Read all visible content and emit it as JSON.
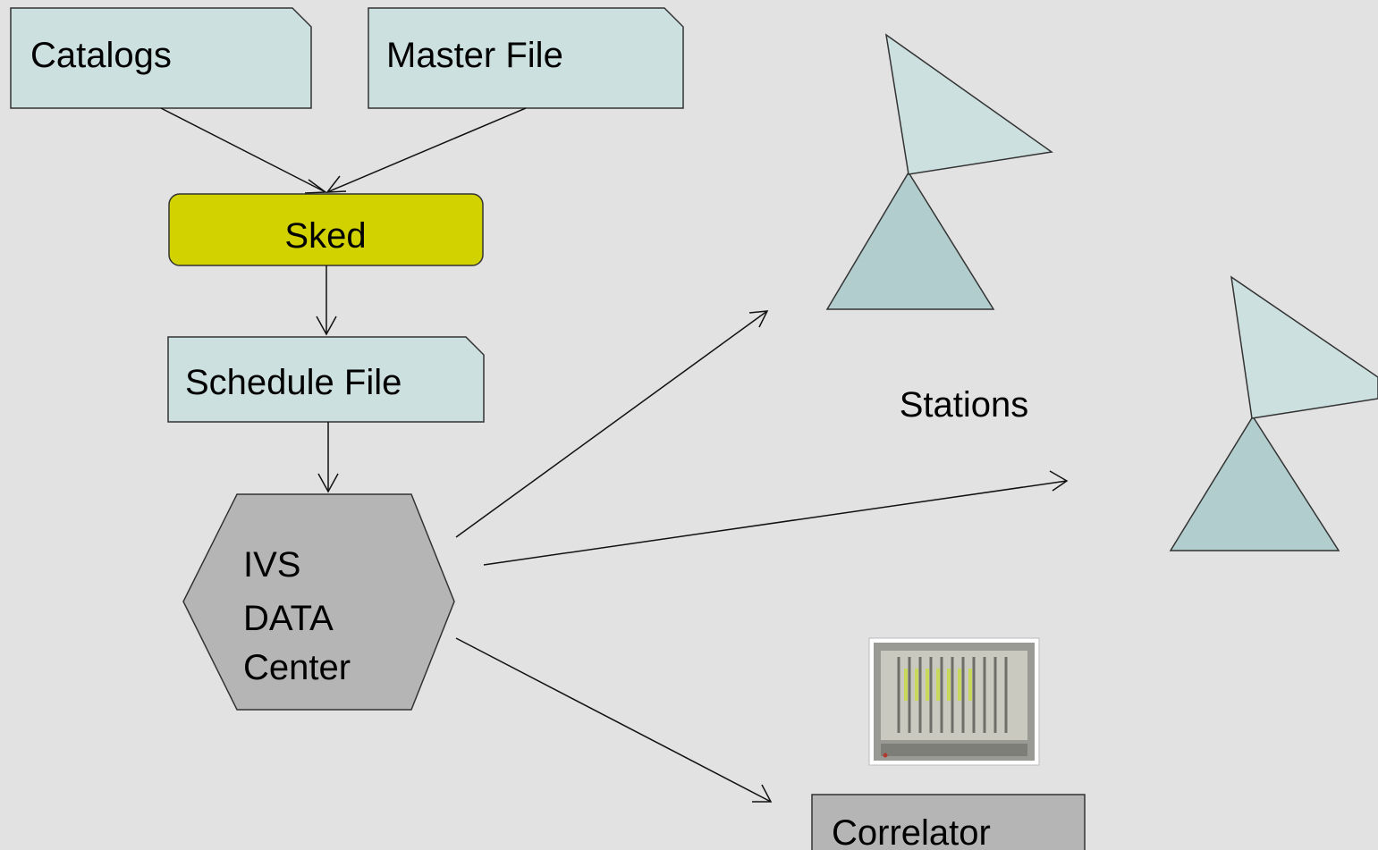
{
  "nodes": {
    "catalogs": "Catalogs",
    "master_file": "Master File",
    "sked": "Sked",
    "schedule_file": "Schedule File",
    "data_center_line1": "IVS",
    "data_center_line2": "DATA",
    "data_center_line3": "Center",
    "stations": "Stations",
    "correlator": "Correlator"
  },
  "colors": {
    "background": "#e2e2e2",
    "document_fill": "#cde0e0",
    "sked_fill": "#d2d200",
    "hexagon_fill": "#b5b5b5",
    "antenna_dish": "#cde0e0",
    "antenna_base": "#b2cdcd",
    "correlator_fill": "#b5b5b5"
  },
  "icons": [
    "antenna-icon",
    "antenna-icon",
    "correlator-rack-image"
  ]
}
